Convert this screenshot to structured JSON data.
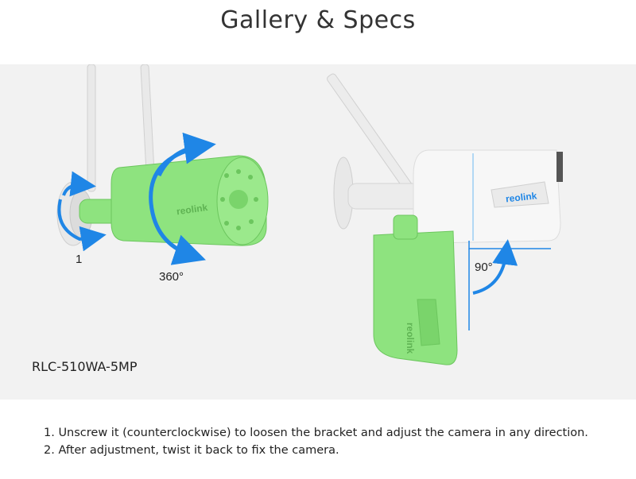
{
  "header": {
    "title": "Gallery & Specs"
  },
  "gallery": {
    "brand_label": "reolink",
    "annotations": {
      "label_1": "1",
      "rotation_label": "360°",
      "tilt_label": "90°"
    },
    "model_label": "RLC-510WA-5MP",
    "colors": {
      "camera_body": "#8ee37f",
      "camera_white": "#f4f4f4",
      "arrow_blue": "#1f86e6",
      "background": "#f2f2f2"
    }
  },
  "instructions": [
    "1. Unscrew it (counterclockwise) to loosen the bracket and adjust the camera in any direction.",
    "2. After adjustment, twist it back to fix the camera."
  ]
}
